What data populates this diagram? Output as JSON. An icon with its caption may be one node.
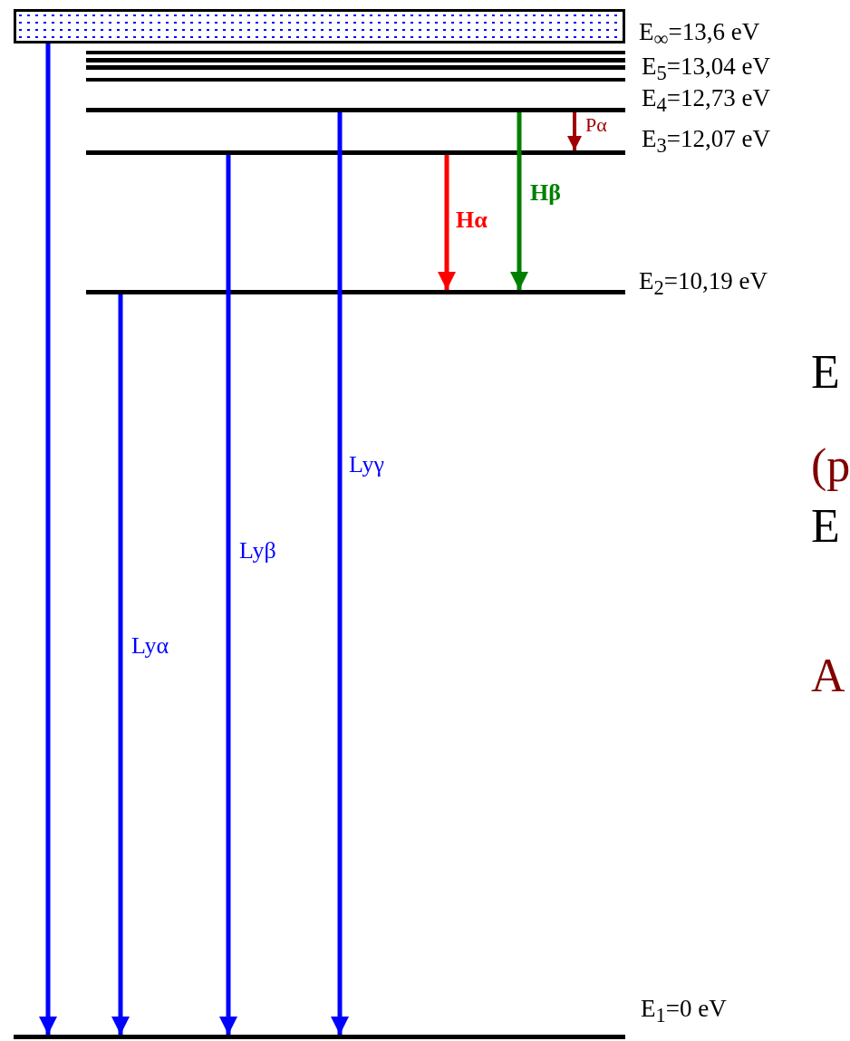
{
  "diagram": {
    "nodes": [
      {
        "text": [
          "E$_{∞}$=13,6 eV"
        ]
      },
      {
        "text": [
          "E$_{5}$=13,04 eV"
        ]
      },
      {
        "text": [
          "E$_{4}$=12,73 eV"
        ]
      },
      {
        "text": [
          "E$_{3}$=12,07 eV"
        ]
      },
      {
        "text": [
          "E$_{2}$=10,19 eV"
        ]
      },
      {
        "text": [
          "E$_{1}$=0 eV"
        ]
      }
    ],
    "edges": [
      {
        "from": 0,
        "to": 5,
        "arrow": "to"
      },
      {
        "from": 4,
        "to": 5,
        "arrow": "to",
        "label": "Lyα"
      },
      {
        "from": 3,
        "to": 5,
        "arrow": "to",
        "label": "Lyβ"
      },
      {
        "from": 2,
        "to": 5,
        "arrow": "to",
        "label": "Lyγ"
      },
      {
        "from": 3,
        "to": 4,
        "arrow": "to",
        "label": "Hα",
        "color": "#ff0000"
      },
      {
        "from": 2,
        "to": 4,
        "arrow": "to",
        "label": "Hβ",
        "color": "#008000"
      },
      {
        "from": 2,
        "to": 3,
        "arrow": "to",
        "label": "Pα",
        "color": "#a00000"
      }
    ],
    "labels": [
      "E",
      "(p",
      "E",
      "A"
    ]
  }
}
